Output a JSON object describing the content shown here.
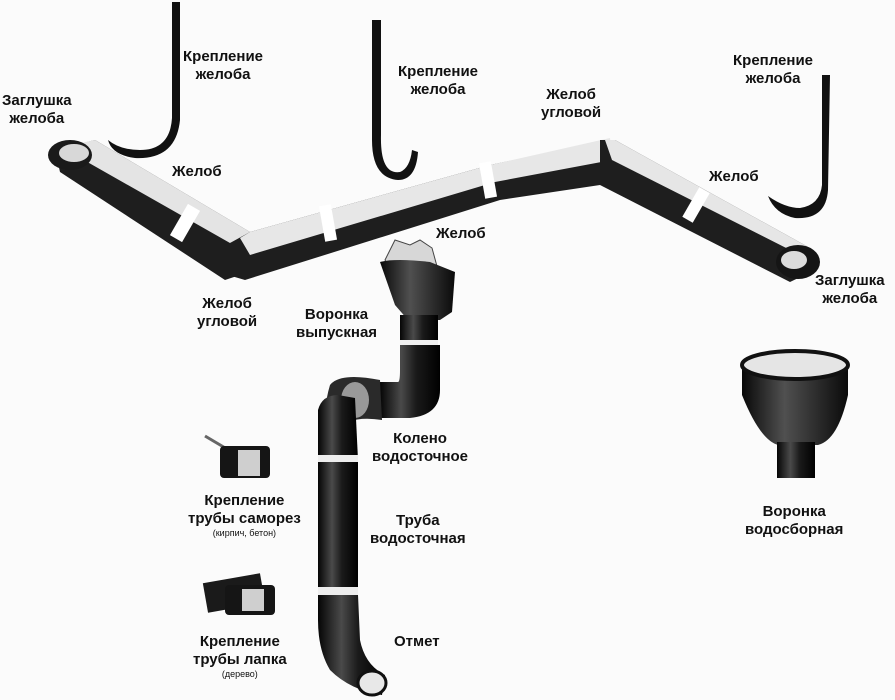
{
  "diagram": {
    "labels": {
      "hook_left": [
        "Крепление",
        "желоба"
      ],
      "hook_mid": [
        "Крепление",
        "желоба"
      ],
      "hook_right": [
        "Крепление",
        "желоба"
      ],
      "end_cap_left": [
        "Заглушка",
        "желоба"
      ],
      "end_cap_right": [
        "Заглушка",
        "желоба"
      ],
      "gutter_left": "Желоб",
      "gutter_center": "Желоб",
      "gutter_right": "Желоб",
      "corner_top": [
        "Желоб",
        "угловой"
      ],
      "corner_bottom": [
        "Желоб",
        "угловой"
      ],
      "outlet_funnel": [
        "Воронка",
        "выпускная"
      ],
      "elbow": [
        "Колено",
        "водосточное"
      ],
      "pipe": [
        "Труба",
        "водосточная"
      ],
      "outlet": "Отмет",
      "clamp_screw": [
        "Крепление",
        "трубы саморез"
      ],
      "clamp_screw_note": "(кирпич, бетон)",
      "clamp_bracket": [
        "Крепление",
        "трубы лапка"
      ],
      "clamp_bracket_note": "(дерево)",
      "collector_funnel": [
        "Воронка",
        "водосборная"
      ]
    },
    "colors": {
      "metal_dark": "#1c1c1c",
      "metal_light": "#e6e6e6",
      "connector": "#ffffff",
      "background": "#fbfbfb"
    }
  }
}
